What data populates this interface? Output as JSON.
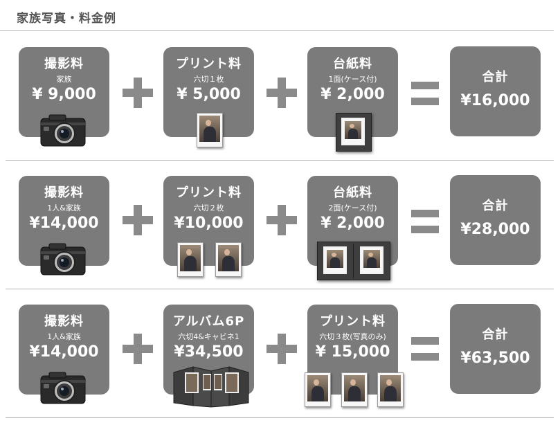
{
  "header": {
    "title": "家族写真・料金例"
  },
  "colors": {
    "box": "#7b7b7b",
    "operator": "#8a8a8a",
    "divider": "#b5b5b5"
  },
  "icons": {
    "camera": "camera-icon",
    "plus": "plus-icon",
    "equals": "equals-icon"
  },
  "rows": [
    {
      "col1": {
        "title": "撮影料",
        "sub": "家族",
        "price": "¥ 9,000"
      },
      "col2": {
        "title": "プリント料",
        "sub": "六切１枚",
        "price": "¥ 5,000"
      },
      "col3": {
        "title": "台紙料",
        "sub": "1面(ケース付)",
        "price": "¥ 2,000"
      },
      "total": {
        "title": "合計",
        "price": "¥16,000"
      }
    },
    {
      "col1": {
        "title": "撮影料",
        "sub": "1人&家族",
        "price": "¥14,000"
      },
      "col2": {
        "title": "プリント料",
        "sub": "六切２枚",
        "price": "¥10,000"
      },
      "col3": {
        "title": "台紙料",
        "sub": "2面(ケース付)",
        "price": "¥ 2,000"
      },
      "total": {
        "title": "合計",
        "price": "¥28,000"
      }
    },
    {
      "col1": {
        "title": "撮影料",
        "sub": "1人&家族",
        "price": "¥14,000"
      },
      "col2": {
        "title": "アルバム6P",
        "sub": "六切4&キャビネ1",
        "price": "¥34,500"
      },
      "col3": {
        "title": "プリント料",
        "sub": "六切３枚(写真のみ)",
        "price": "¥ 15,000"
      },
      "total": {
        "title": "合計",
        "price": "¥63,500"
      }
    }
  ]
}
